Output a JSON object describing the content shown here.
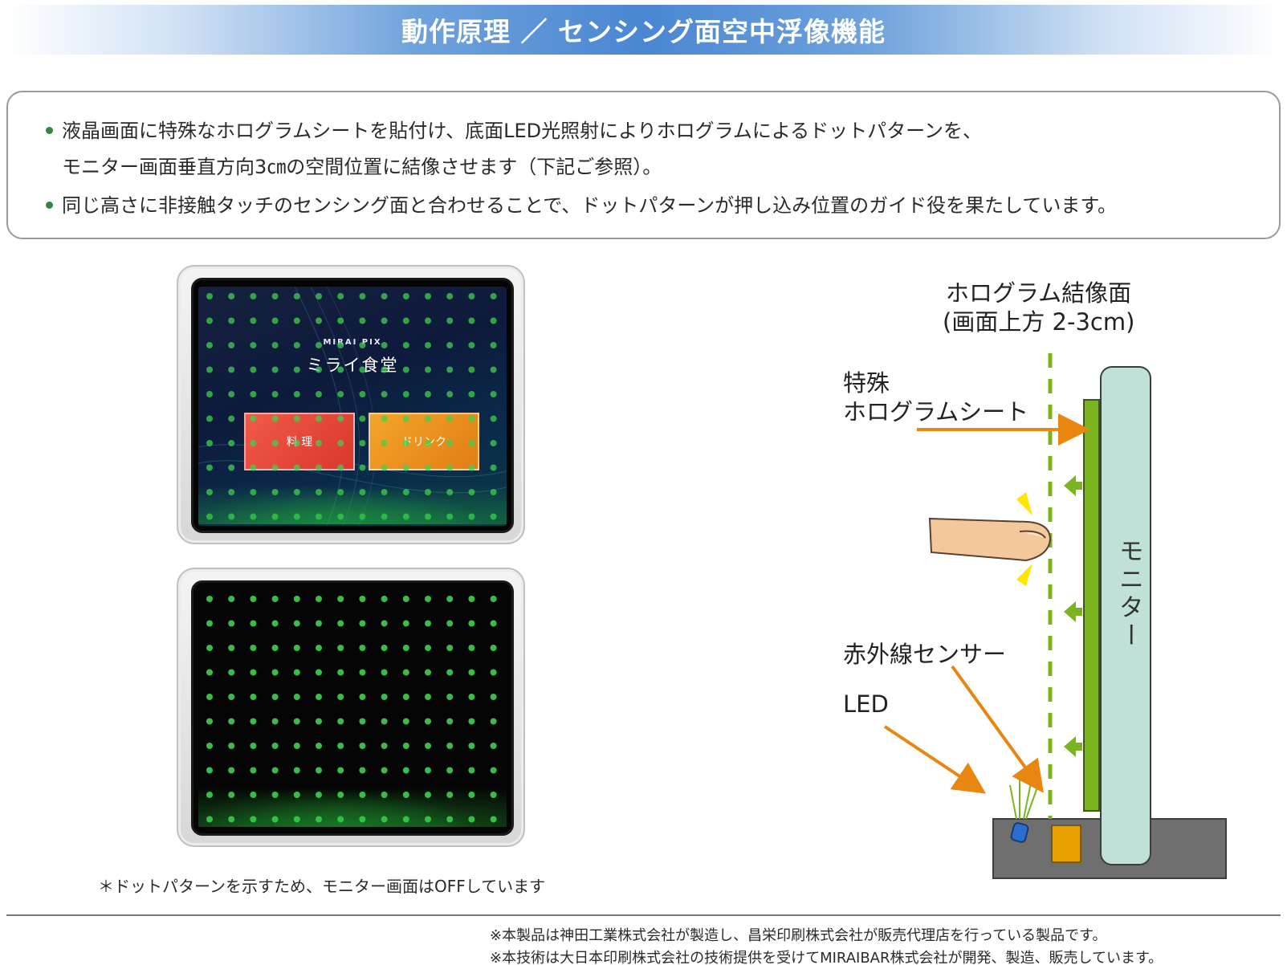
{
  "title": "動作原理 ／ センシング面空中浮像機能",
  "bullets": {
    "line1": "液晶画面に特殊なホログラムシートを貼付け、底面LED光照射によりホログラムによるドットパターンを、",
    "line1_cont": "モニター画面垂直方向3㎝の空間位置に結像させます（下記ご参照）。",
    "line2": "同じ高さに非接触タッチのセンシング面と合わせることで、ドットパターンが押し込み位置のガイド役を果たしています。"
  },
  "screen_on": {
    "logo_text": "MIRAI PIX",
    "shop_name": "ミライ食堂",
    "button_food": "料 理",
    "button_drink": "ドリンク"
  },
  "screen_note": "＊ドットパターンを示すため、モニター画面はOFFしています",
  "diagram": {
    "holo_plane_line1": "ホログラム結像面",
    "holo_plane_line2": "(画面上方 2-3cm)",
    "sheet_line1": "特殊",
    "sheet_line2": "ホログラムシート",
    "ir_sensor": "赤外線センサー",
    "led": "LED",
    "monitor": "モニター",
    "colors": {
      "arrow_orange": "#e8860f",
      "green_sheet": "#7ab520",
      "monitor_fill": "#bfe1d8",
      "base_gray": "#6f6f6f",
      "dashed_green": "#7ab520",
      "spark_yellow": "#ffe600"
    }
  },
  "footnotes": {
    "line1": "※本製品は神田工業株式会社が製造し、昌栄印刷株式会社が販売代理店を行っている製品です。",
    "line2": "※本技術は大日本印刷株式会社の技術提供を受けてMIRAIBAR株式会社が開発、製造、販売しています。"
  }
}
